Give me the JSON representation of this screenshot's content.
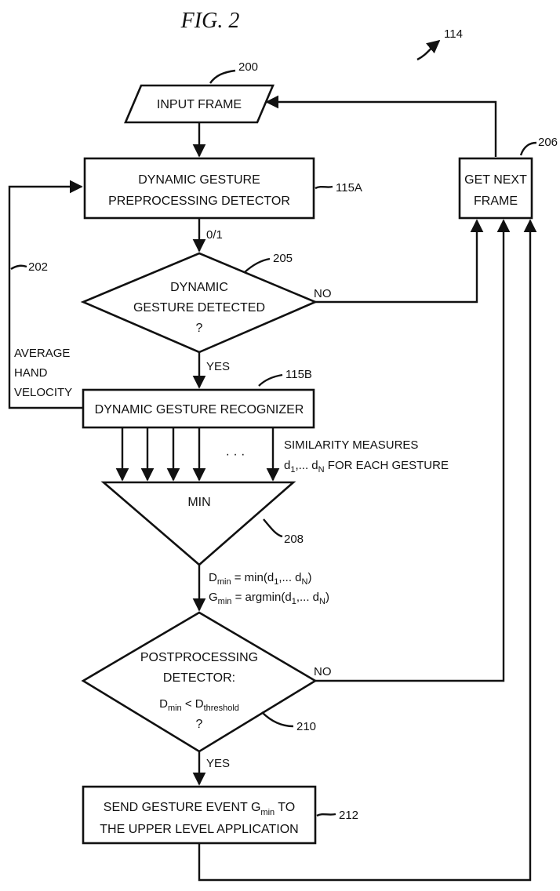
{
  "figure_title": "FIG.  2",
  "refs": {
    "r114": "114",
    "r200": "200",
    "r206": "206",
    "r115a": "115A",
    "r202": "202",
    "r205": "205",
    "r115b": "115B",
    "r208": "208",
    "r210": "210",
    "r212": "212"
  },
  "nodes": {
    "input_frame": "INPUT FRAME",
    "preproc_line1": "DYNAMIC  GESTURE",
    "preproc_line2": "PREPROCESSING  DETECTOR",
    "get_next_line1": "GET  NEXT",
    "get_next_line2": "FRAME",
    "decision1_line1": "DYNAMIC",
    "decision1_line2": "GESTURE  DETECTED",
    "decision1_line3": "?",
    "recognizer": "DYNAMIC  GESTURE  RECOGNIZER",
    "min_label": "MIN",
    "post_line1": "POSTPROCESSING",
    "post_line2": "DETECTOR:",
    "post_q": "?",
    "send_line1_a": "SEND  GESTURE  EVENT  G",
    "send_line1_sub": "min",
    "send_line1_b": " TO",
    "send_line2": "THE  UPPER  LEVEL  APPLICATION"
  },
  "labels": {
    "zero_one": "0/1",
    "no1": "NO",
    "yes1": "YES",
    "no2": "NO",
    "yes2": "YES",
    "avg_line1": "AVERAGE",
    "avg_line2": "HAND",
    "avg_line3": "VELOCITY",
    "dots": "· · ·",
    "sim_line1": "SIMILARITY  MEASURES",
    "sim_d": "d",
    "sim_sub1": "1",
    "sim_mid": ",... d",
    "sim_subN": "N",
    "sim_tail": "  FOR  EACH  GESTURE",
    "dmin_D": "D",
    "dmin_sub": "min",
    "dmin_eq": "  =  min(d",
    "dmin_s1": "1",
    "dmin_mid": ",... d",
    "dmin_sN": "N",
    "dmin_close": ")",
    "gmin_G": "G",
    "gmin_sub": "min",
    "gmin_eq": "  =  argmin(d",
    "gmin_s1": "1",
    "gmin_mid": ",... d",
    "gmin_sN": "N",
    "gmin_close": ")",
    "cond_D": "D",
    "cond_sub": "min",
    "cond_lt": "  <  D",
    "cond_thr": "threshold"
  }
}
